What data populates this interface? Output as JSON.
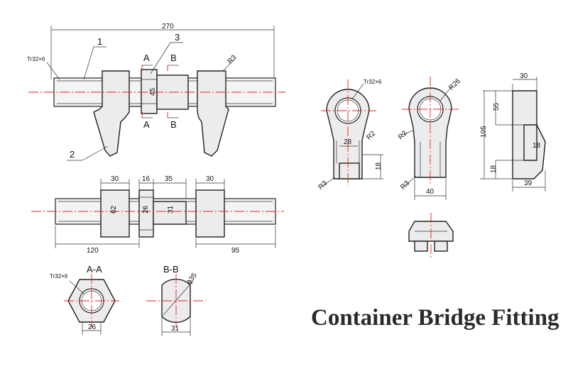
{
  "title": "Container Bridge Fitting",
  "top_view": {
    "overall_length": "270",
    "thread": "Tr32×6",
    "part_1": "1",
    "part_2": "2",
    "part_3": "3",
    "sec_a": "A",
    "sec_b": "B",
    "radius": "R3",
    "nut_height": "45"
  },
  "front_view": {
    "w1": "30",
    "w2": "16",
    "w3": "35",
    "w4": "30",
    "h1": "62",
    "h2": "26",
    "h3": "31",
    "l_left": "120",
    "l_right": "95"
  },
  "section_aa": {
    "label": "A-A",
    "thread": "Tr32×6",
    "width": "26"
  },
  "section_bb": {
    "label": "B-B",
    "dia": "ϕ35",
    "width": "31"
  },
  "clamp_front": {
    "thread": "Tr32×6",
    "r_side": "R2",
    "width": "28",
    "slot": "18",
    "r_base": "R3"
  },
  "clamp_back": {
    "r_top": "R26",
    "r_side": "R2",
    "r_base": "R3",
    "width": "40"
  },
  "clamp_side": {
    "top": "30",
    "h_upper": "55",
    "h_total": "105",
    "slot": "18",
    "h_lower": "18",
    "bottom": "39"
  }
}
